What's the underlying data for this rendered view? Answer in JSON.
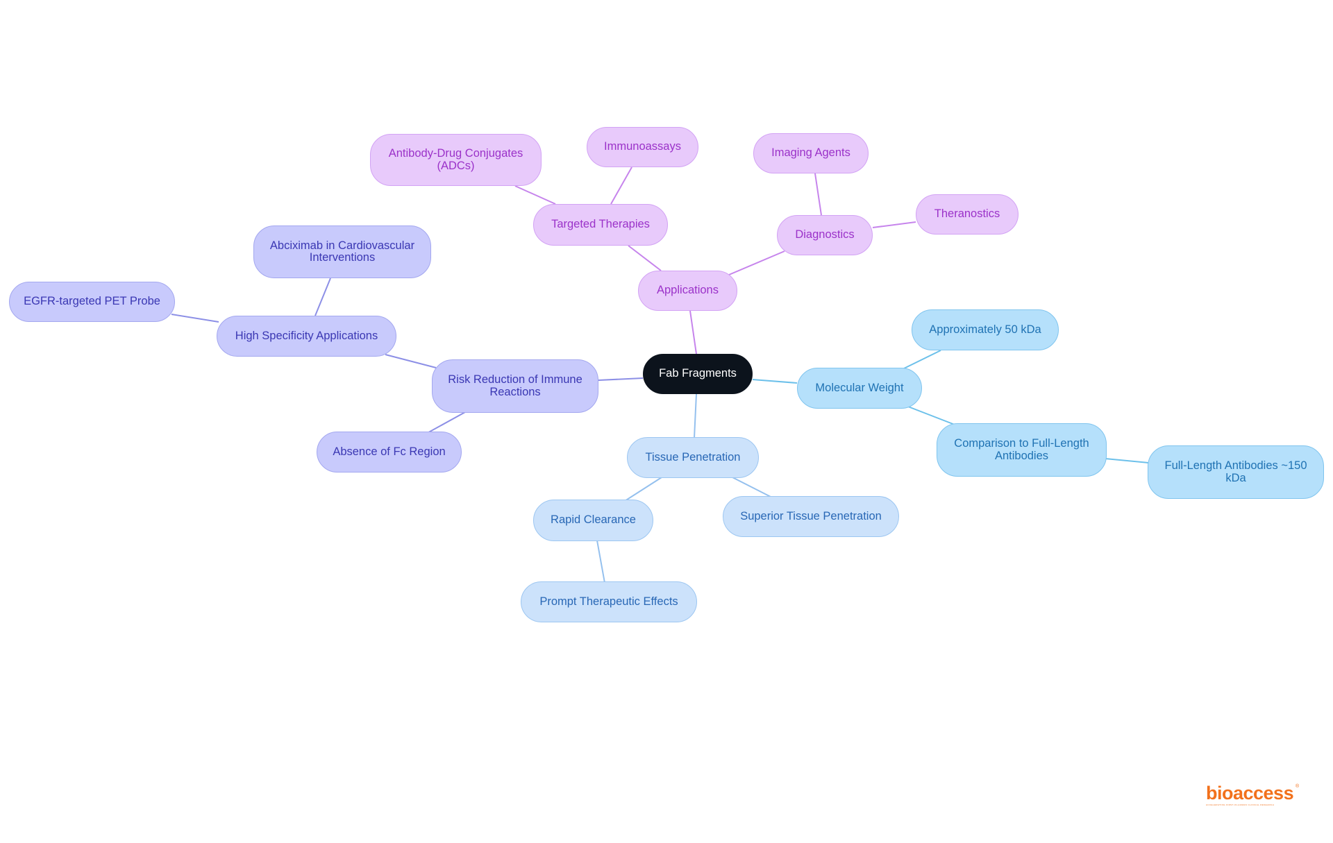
{
  "mindmap": {
    "root": {
      "label": "Fab Fragments"
    },
    "branches": {
      "applications": {
        "label": "Applications",
        "targeted_therapies": {
          "label": "Targeted Therapies",
          "adc": {
            "line1": "Antibody-Drug Conjugates",
            "line2": "(ADCs)"
          },
          "immunoassays": "Immunoassays"
        },
        "diagnostics": {
          "label": "Diagnostics",
          "imaging_agents": "Imaging Agents",
          "theranostics": "Theranostics"
        }
      },
      "molecular_weight": {
        "label": "Molecular Weight",
        "approx": "Approximately 50 kDa",
        "comparison": {
          "line1": "Comparison to Full-Length",
          "line2": "Antibodies",
          "full_length": {
            "line1": "Full-Length Antibodies ~150",
            "line2": "kDa"
          }
        }
      },
      "tissue_penetration": {
        "label": "Tissue Penetration",
        "rapid_clearance": {
          "label": "Rapid Clearance",
          "prompt_effects": "Prompt Therapeutic Effects"
        },
        "superior": "Superior Tissue Penetration"
      },
      "risk_reduction": {
        "line1": "Risk Reduction of Immune",
        "line2": "Reactions",
        "high_specificity": {
          "label": "High Specificity Applications",
          "abciximab": {
            "line1": "Abciximab in Cardiovascular",
            "line2": "Interventions"
          },
          "egfr": "EGFR-targeted PET Probe"
        },
        "absence_fc": "Absence of Fc Region"
      }
    }
  },
  "colors": {
    "root_fill": "#0c131c",
    "applications_branch": "#c684ec",
    "risk_branch": "#8c8fe6",
    "molecular_weight_branch": "#6cc0ea",
    "tissue_branch": "#94c0ee"
  },
  "logo": {
    "brand": "bioaccess",
    "tagline": "ACCELERATING FIRST-IN-HUMAN CLINICAL RESEARCH",
    "mark": "®"
  }
}
